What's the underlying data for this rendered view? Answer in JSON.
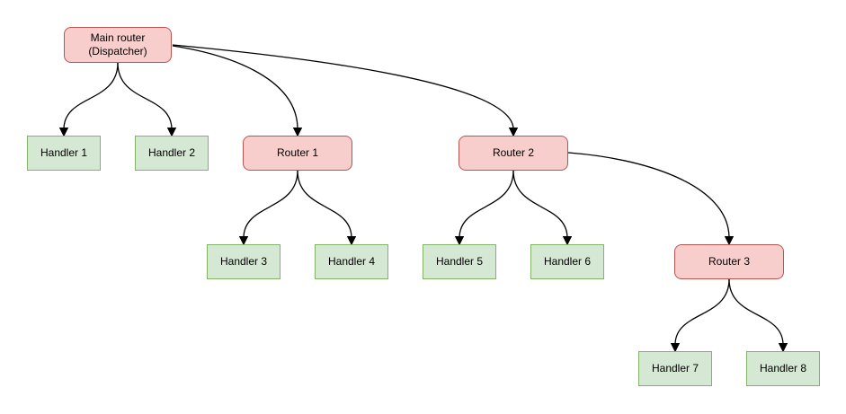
{
  "diagram": {
    "type": "tree-routing-diagram",
    "colors": {
      "router_fill": "#f8cecc",
      "router_border": "#b85450",
      "handler_fill": "#d5e8d4",
      "handler_border": "#82b366",
      "edge_stroke": "#000000",
      "text": "#000000",
      "background": "#ffffff"
    },
    "nodes": {
      "main_router": {
        "label": "Main router\n(Dispatcher)",
        "type": "router"
      },
      "handler1": {
        "label": "Handler 1",
        "type": "handler"
      },
      "handler2": {
        "label": "Handler 2",
        "type": "handler"
      },
      "router1": {
        "label": "Router 1",
        "type": "router"
      },
      "router2": {
        "label": "Router 2",
        "type": "router"
      },
      "handler3": {
        "label": "Handler 3",
        "type": "handler"
      },
      "handler4": {
        "label": "Handler 4",
        "type": "handler"
      },
      "handler5": {
        "label": "Handler 5",
        "type": "handler"
      },
      "handler6": {
        "label": "Handler 6",
        "type": "handler"
      },
      "router3": {
        "label": "Router 3",
        "type": "router"
      },
      "handler7": {
        "label": "Handler 7",
        "type": "handler"
      },
      "handler8": {
        "label": "Handler 8",
        "type": "handler"
      }
    },
    "edges": [
      {
        "from": "main_router",
        "to": "handler1"
      },
      {
        "from": "main_router",
        "to": "handler2"
      },
      {
        "from": "main_router",
        "to": "router1"
      },
      {
        "from": "main_router",
        "to": "router2"
      },
      {
        "from": "router1",
        "to": "handler3"
      },
      {
        "from": "router1",
        "to": "handler4"
      },
      {
        "from": "router2",
        "to": "handler5"
      },
      {
        "from": "router2",
        "to": "handler6"
      },
      {
        "from": "router2",
        "to": "router3"
      },
      {
        "from": "router3",
        "to": "handler7"
      },
      {
        "from": "router3",
        "to": "handler8"
      }
    ]
  }
}
